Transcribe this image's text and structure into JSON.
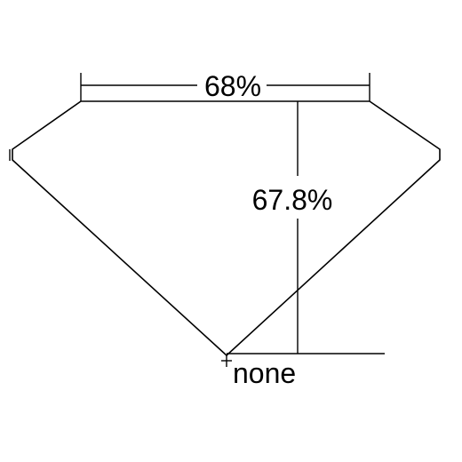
{
  "diagram": {
    "width_label": "68%",
    "height_label": "67.8%",
    "anchor_label": "none"
  },
  "colors": {
    "stroke": "#000000",
    "background": "#ffffff"
  }
}
